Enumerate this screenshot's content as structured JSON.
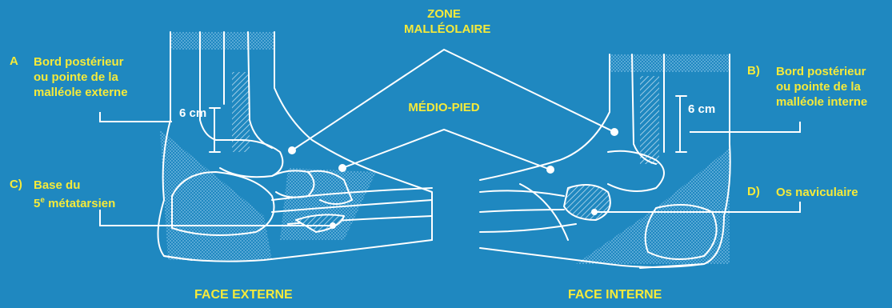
{
  "zone_malleolaire": [
    "ZONE",
    "MALLÉOLAIRE"
  ],
  "medio_pied": "MÉDIO-PIED",
  "label_a": {
    "letter": "A",
    "lines": [
      "Bord postérieur",
      "ou pointe de la",
      "malléole externe"
    ]
  },
  "label_b": {
    "letter": "B)",
    "lines": [
      "Bord postérieur",
      "ou pointe de la",
      "malléole interne"
    ]
  },
  "label_c": {
    "letter": "C)",
    "line1": "Base du",
    "line2_num": "5",
    "line2_sup": "e",
    "line2_rest": " métatarsien"
  },
  "label_d": {
    "letter": "D)",
    "text": "Os naviculaire"
  },
  "measure_left": "6 cm",
  "measure_right": "6 cm",
  "caption_left": "FACE EXTERNE",
  "caption_right": "FACE INTERNE",
  "colors": {
    "background": "#1f88c0",
    "label": "#f5ea3a",
    "line": "#ffffff",
    "hatch": "#6fb3dc"
  }
}
